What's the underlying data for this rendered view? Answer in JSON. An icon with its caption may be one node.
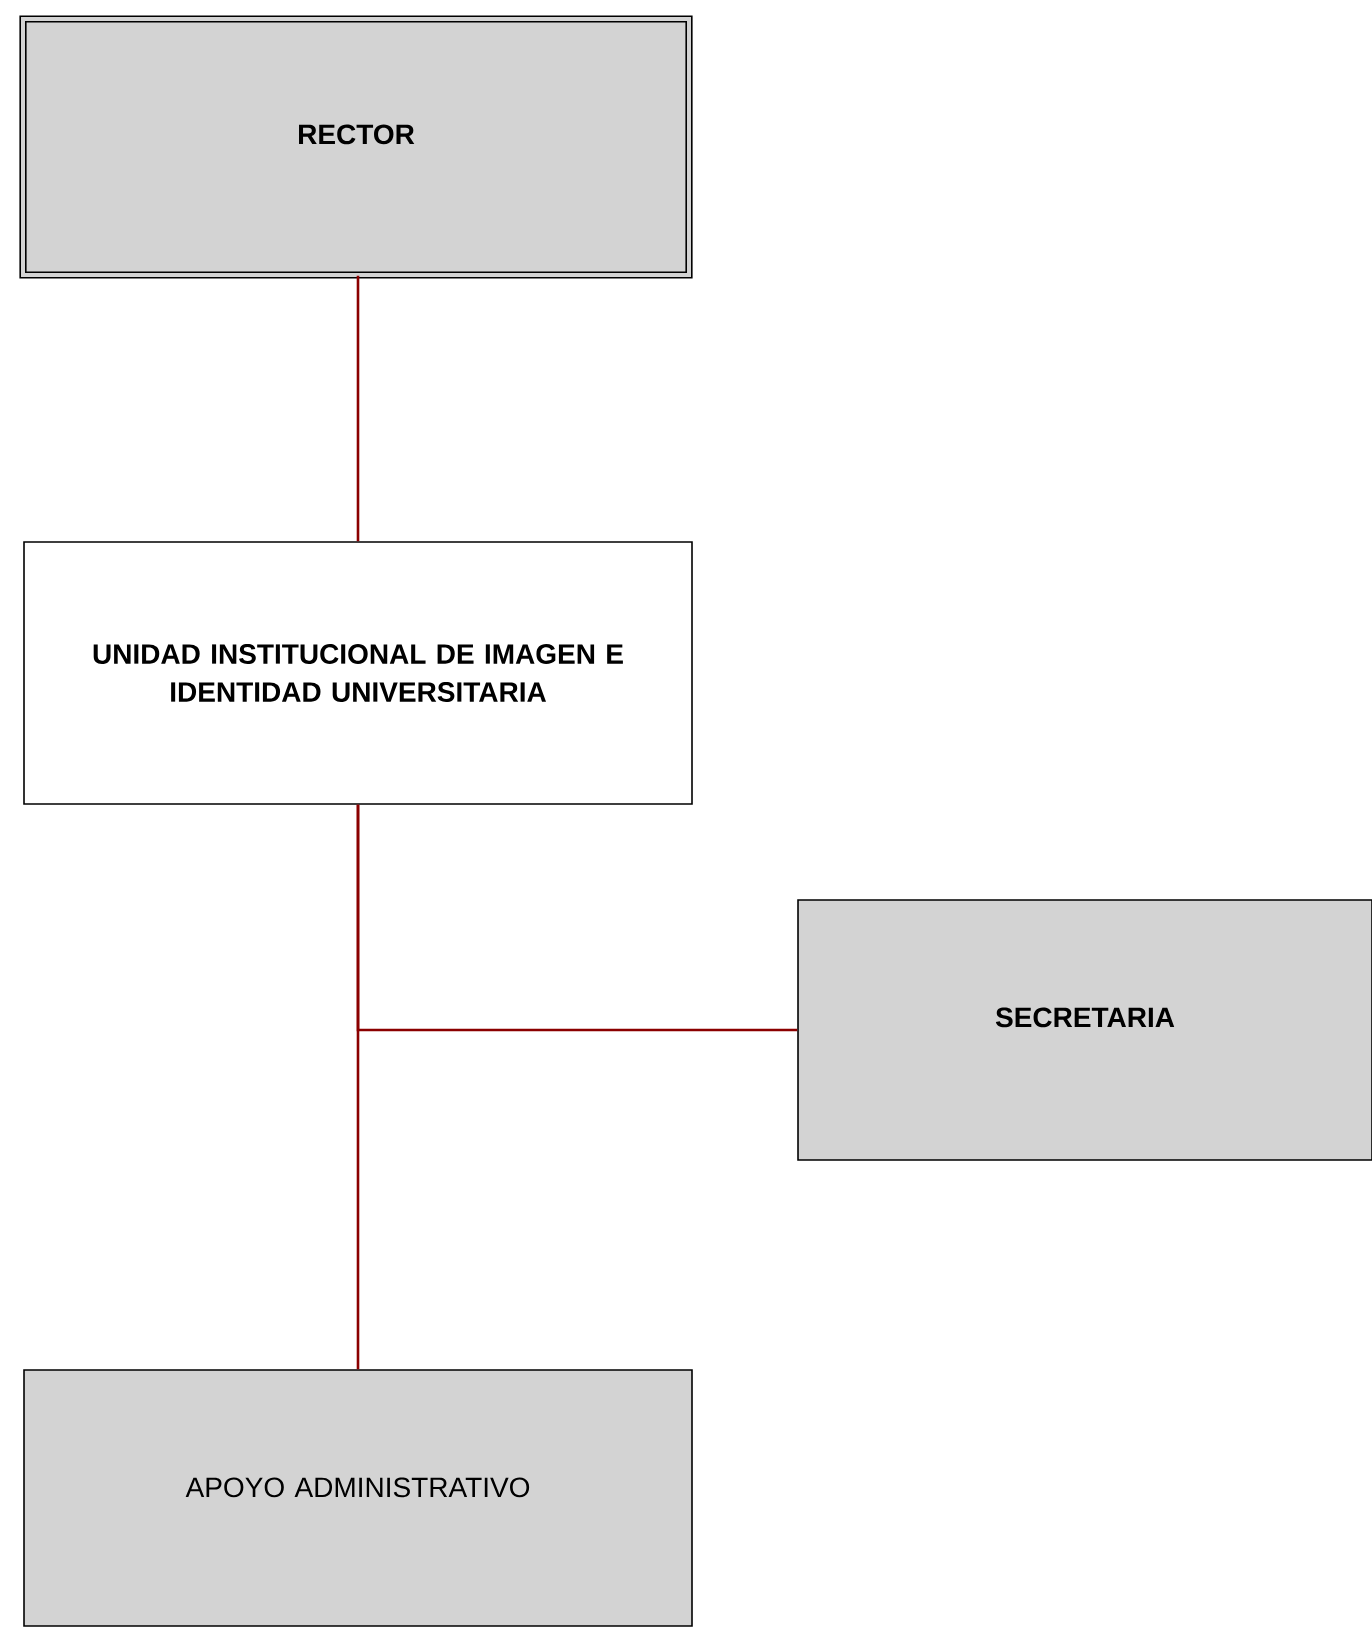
{
  "diagram": {
    "nodes": [
      {
        "text": [
          "RECTOR"
        ]
      },
      {
        "text": [
          "UNIDAD INSTITUCIONAL DE IMAGEN E IDENTIDAD UNIVERSITARIA"
        ]
      },
      {
        "text": [
          "SECRETARIA"
        ]
      },
      {
        "text": [
          "APOYO ADMINISTRATIVO"
        ]
      }
    ],
    "edges": [
      {
        "from": 0,
        "to": 1,
        "arrow": "none"
      },
      {
        "from": 1,
        "to": 2,
        "arrow": "none"
      },
      {
        "from": 1,
        "to": 3,
        "arrow": "none"
      }
    ]
  }
}
